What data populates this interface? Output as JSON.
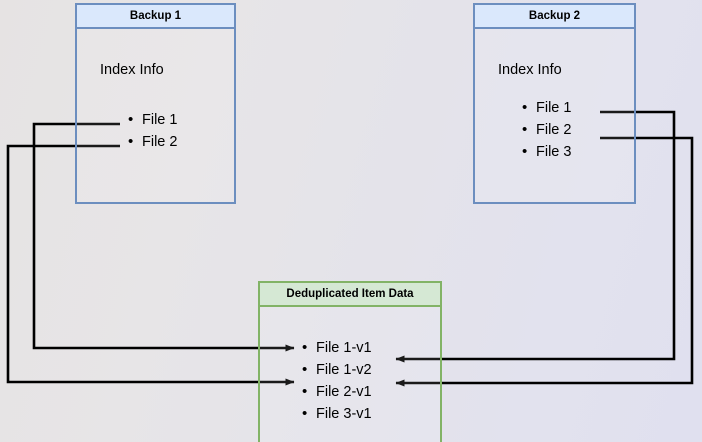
{
  "diagram": {
    "title": "Backup deduplication index diagram",
    "background_colors": {
      "left": "#e6e3e3",
      "right": "#e0e0ef"
    },
    "colors": {
      "blue_border": "#6c8ebf",
      "blue_fill": "#dae8fc",
      "green_border": "#82b366",
      "green_fill": "#d5e8d4",
      "wire": "#000000"
    }
  },
  "nodes": {
    "backup1": {
      "header": "Backup 1",
      "section_label": "Index Info",
      "files": [
        {
          "label": "File 1"
        },
        {
          "label": "File 2"
        }
      ]
    },
    "backup2": {
      "header": "Backup 2",
      "section_label": "Index Info",
      "files": [
        {
          "label": "File 1"
        },
        {
          "label": "File 2"
        },
        {
          "label": "File 3"
        }
      ]
    },
    "dedup": {
      "header": "Deduplicated Item Data",
      "items": [
        {
          "label": "File 1-v1"
        },
        {
          "label": "File 1-v2"
        },
        {
          "label": "File 2-v1"
        },
        {
          "label": "File 3-v1"
        }
      ]
    }
  },
  "connections": [
    {
      "name": "backup1-file1-to-file1v1",
      "from": "Backup 1 / File 1",
      "to": "Deduplicated / File 1-v1"
    },
    {
      "name": "backup1-file2-to-file2v1",
      "from": "Backup 1 / File 2",
      "to": "Deduplicated / File 2-v1"
    },
    {
      "name": "backup2-file1-to-file1v2",
      "from": "Backup 2 / File 1",
      "to": "Deduplicated / File 1-v2"
    },
    {
      "name": "backup2-file2-to-file2v1",
      "from": "Backup 2 / File 2",
      "to": "Deduplicated / File 2-v1"
    }
  ]
}
